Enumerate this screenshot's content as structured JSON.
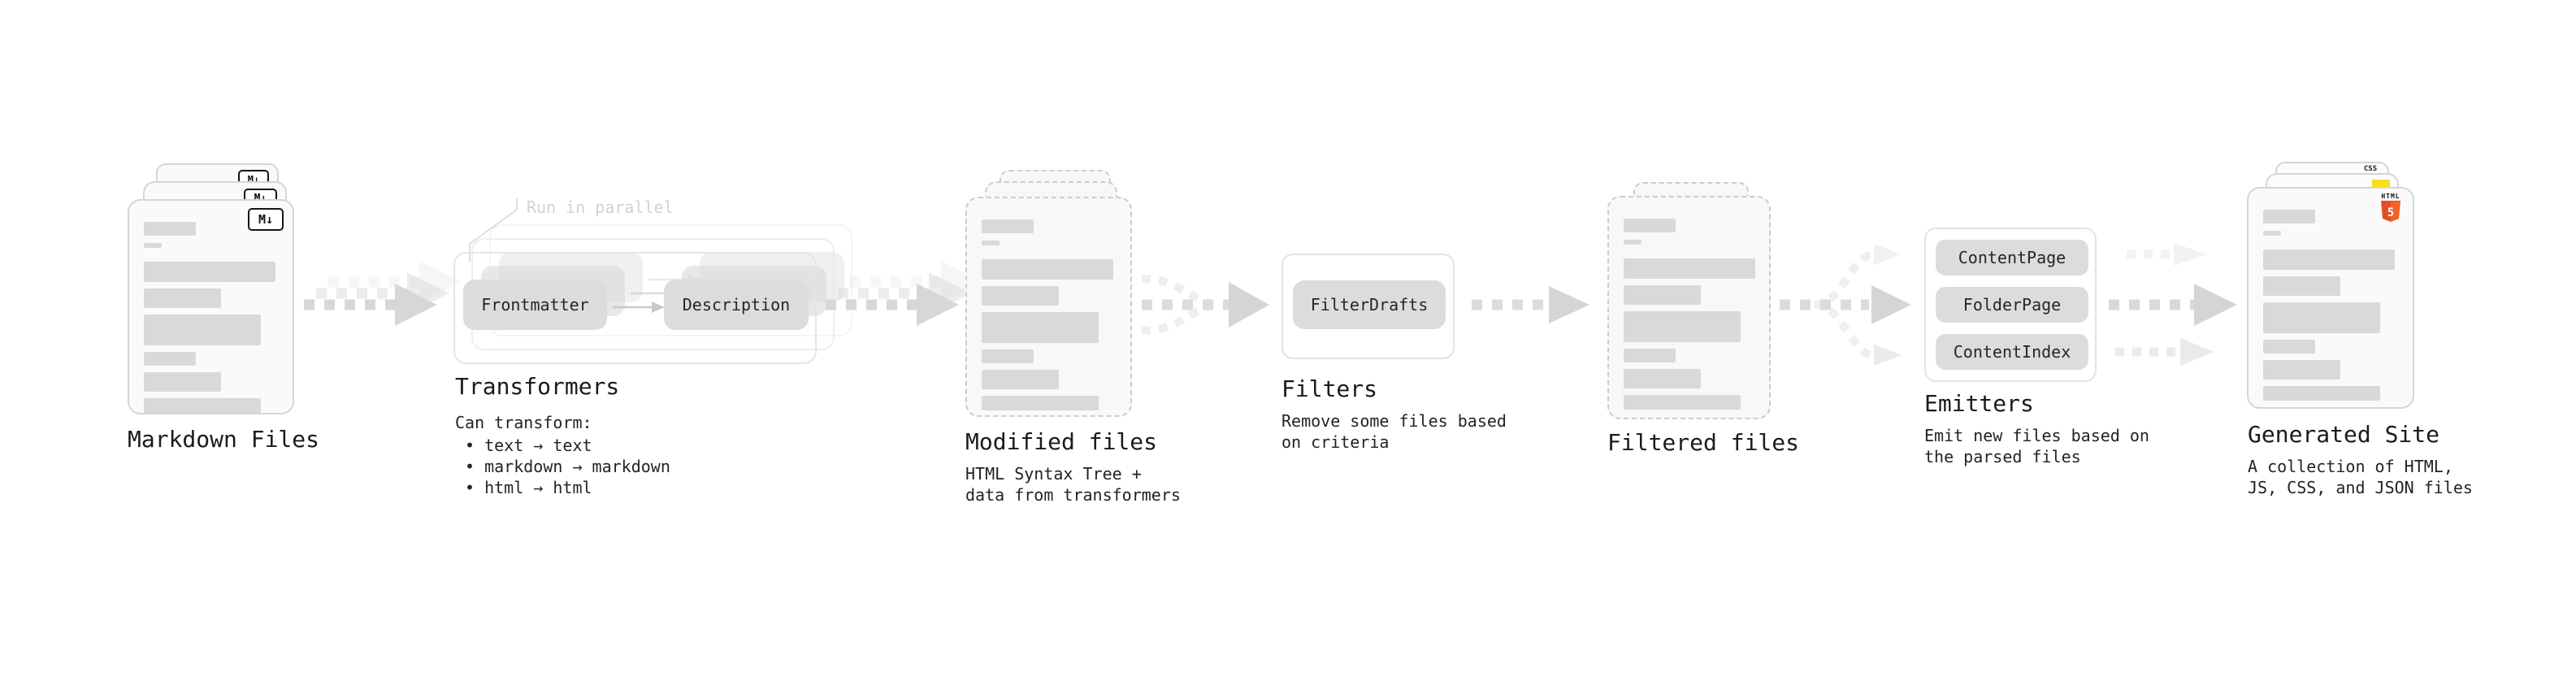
{
  "diagram": {
    "background": "#ffffff"
  },
  "stages": {
    "markdown_files": {
      "title": "Markdown Files",
      "badge": "M↓"
    },
    "transformers": {
      "annotation": "Run in parallel",
      "pill_left": "Frontmatter",
      "pill_right": "Description",
      "title": "Transformers",
      "subtitle_heading": "Can transform:",
      "bullets": [
        "• text → text",
        "• markdown → markdown",
        "• html → html"
      ]
    },
    "modified_files": {
      "title": "Modified files",
      "subtitle": "HTML Syntax Tree +\ndata from transformers"
    },
    "filters": {
      "pill": "FilterDrafts",
      "title": "Filters",
      "subtitle": "Remove some files based\non criteria"
    },
    "filtered_files": {
      "title": "Filtered files"
    },
    "emitters": {
      "pills": [
        "ContentPage",
        "FolderPage",
        "ContentIndex"
      ],
      "title": "Emitters",
      "subtitle": "Emit new files based on\nthe parsed files"
    },
    "generated_site": {
      "title": "Generated Site",
      "subtitle": "A collection of HTML,\nJS, CSS, and JSON files",
      "badge_css": "CSS",
      "badge_html_label": "HTML",
      "badge_html_number": "5"
    }
  },
  "colors": {
    "html5_orange": "#e44d26",
    "html5_orange_light": "#f16529",
    "css_blue": "#2b66d9",
    "js_yellow": "#f7df1e",
    "arrow_gray": "#d6d6d6"
  }
}
